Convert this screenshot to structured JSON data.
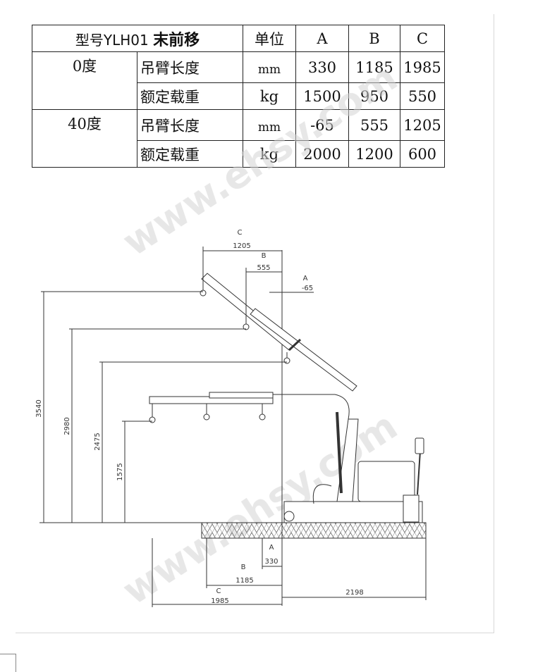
{
  "table": {
    "header": {
      "model_label": "型号YLH01",
      "model_variant": "末前移",
      "unit": "单位",
      "cols": [
        "A",
        "B",
        "C"
      ]
    },
    "groups": [
      {
        "angle": "0度",
        "rows": [
          {
            "name": "吊臂长度",
            "unit": "mm",
            "values": [
              "330",
              "1185",
              "1985"
            ]
          },
          {
            "name": "额定载重",
            "unit": "kg",
            "values": [
              "1500",
              "950",
              "550"
            ]
          }
        ]
      },
      {
        "angle": "40度",
        "rows": [
          {
            "name": "吊臂长度",
            "unit": "mm",
            "values": [
              "-65",
              "555",
              "1205"
            ]
          },
          {
            "name": "额定载重",
            "unit": "kg",
            "values": [
              "2000",
              "1200",
              "600"
            ]
          }
        ]
      }
    ]
  },
  "drawing": {
    "top_dims": {
      "C": "C",
      "C_val": "1205",
      "B": "B",
      "B_val": "555",
      "A": "A",
      "A_val": "-65"
    },
    "heights": [
      "3540",
      "2980",
      "2475",
      "1575"
    ],
    "bottom_dims": {
      "A": "A",
      "A_val": "330",
      "B": "B",
      "B_val": "1185",
      "C": "C",
      "C_val": "1985",
      "base": "2198"
    }
  },
  "watermark": "www.ehsy.com",
  "colors": {
    "line": "#333333",
    "table_border": "#222222",
    "watermark": "#d0d0d0"
  }
}
